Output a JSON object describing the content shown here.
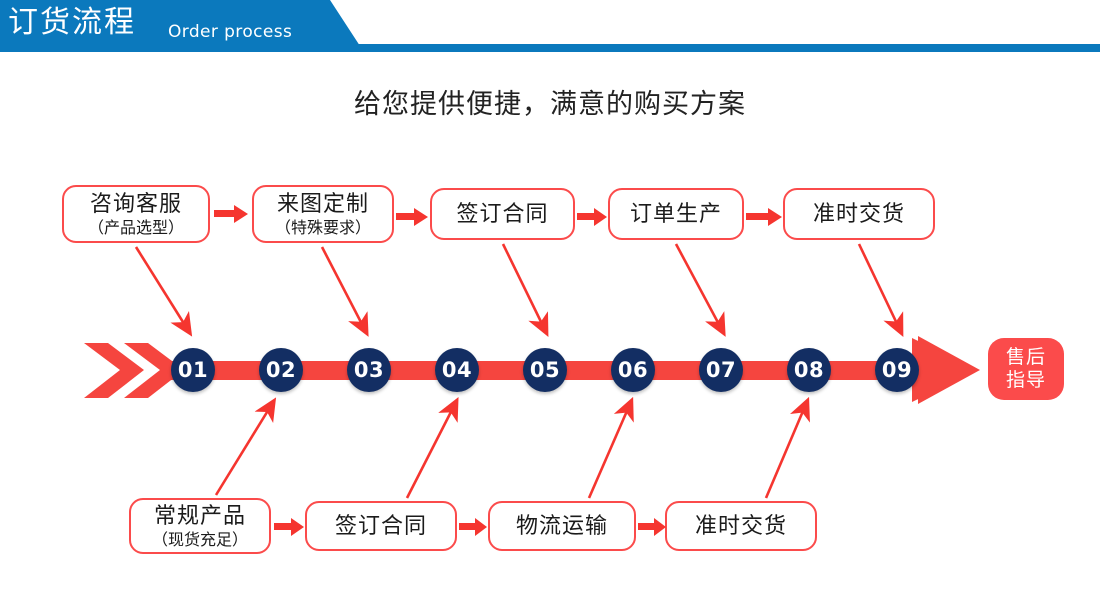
{
  "header": {
    "title_cn": "订货流程",
    "title_en": "Order process",
    "bar_color": "#0b79bd"
  },
  "subtitle": "给您提供便捷，满意的购买方案",
  "colors": {
    "red": "#fb4b4b",
    "navy": "#132e63",
    "blue": "#0b79bd",
    "text": "#1b1b1b"
  },
  "top_row": [
    {
      "line1": "咨询客服",
      "line2": "（产品选型）"
    },
    {
      "line1": "来图定制",
      "line2": "（特殊要求）"
    },
    {
      "line1": "签订合同",
      "line2": ""
    },
    {
      "line1": "订单生产",
      "line2": ""
    },
    {
      "line1": "准时交货",
      "line2": ""
    }
  ],
  "bottom_row": [
    {
      "line1": "常规产品",
      "line2": "（现货充足）"
    },
    {
      "line1": "签订合同",
      "line2": ""
    },
    {
      "line1": "物流运输",
      "line2": ""
    },
    {
      "line1": "准时交货",
      "line2": ""
    }
  ],
  "timeline": {
    "steps": [
      "01",
      "02",
      "03",
      "04",
      "05",
      "06",
      "07",
      "08",
      "09"
    ],
    "end_badge_line1": "售后",
    "end_badge_line2": "指导"
  }
}
